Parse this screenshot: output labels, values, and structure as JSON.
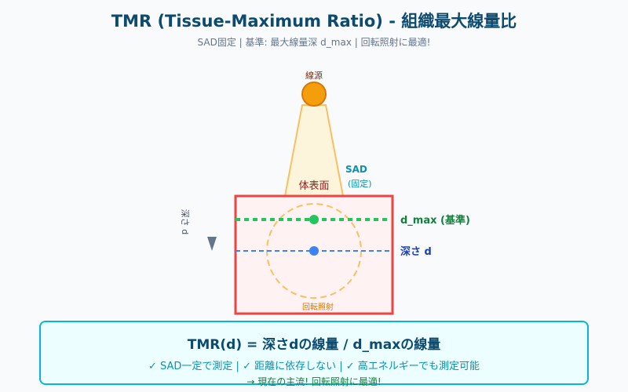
{
  "title": "TMR (Tissue-Maximum Ratio) - 組織最大線量比",
  "subtitle": "SAD固定 | 基準: 最大線量深 d_max | 回転照射に最適!",
  "diagram": {
    "source_label": "線源",
    "sad_label": "SAD",
    "sad_note": "(固定)",
    "surface_label": "体表面",
    "depth_axis_label": "深さ d",
    "dmax_label": "d_max (基準)",
    "depth_label": "深さ d",
    "rotation_label": "回転照射"
  },
  "formula_box": {
    "formula": "TMR(d) = 深さdの線量 / d_maxの線量",
    "features": "✓ SAD一定で測定 | ✓ 距離に依存しない | ✓ 高エネルギーでも測定可能",
    "conclusion": "→ 現在の主流! 回転照射に最適!"
  },
  "colors": {
    "title": "#0c4a6e",
    "source": "#f59e0b",
    "phantom_border": "#ef4444",
    "dmax": "#22c55e",
    "depth": "#3b82f6",
    "rotation": "#f59e0b",
    "accent": "#06b6d4"
  }
}
